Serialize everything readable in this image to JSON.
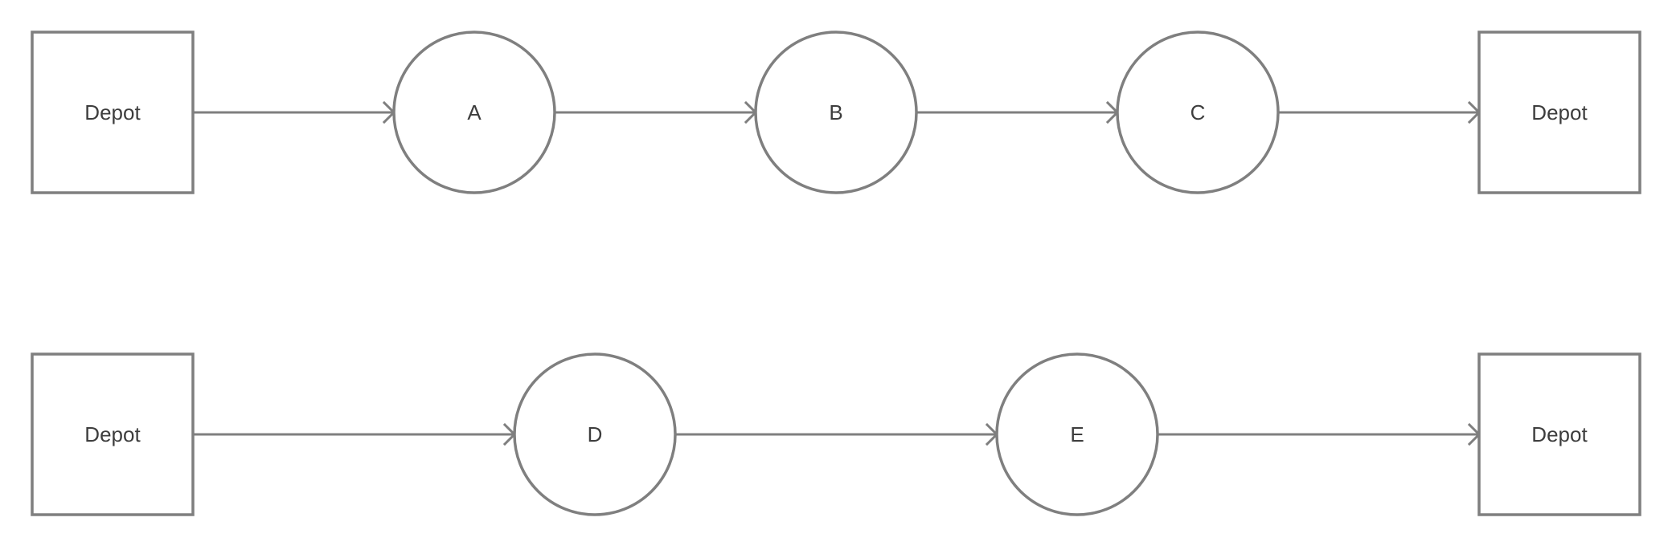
{
  "diagram": {
    "stroke_color": "#7f7f7f",
    "label_color": "#3d3d3d",
    "routes": [
      {
        "nodes": [
          {
            "id": "r1-start",
            "shape": "square",
            "label": "Depot"
          },
          {
            "id": "r1-a",
            "shape": "circle",
            "label": "A"
          },
          {
            "id": "r1-b",
            "shape": "circle",
            "label": "B"
          },
          {
            "id": "r1-c",
            "shape": "circle",
            "label": "C"
          },
          {
            "id": "r1-end",
            "shape": "square",
            "label": "Depot"
          }
        ],
        "edges": [
          {
            "from": "r1-start",
            "to": "r1-a"
          },
          {
            "from": "r1-a",
            "to": "r1-b"
          },
          {
            "from": "r1-b",
            "to": "r1-c"
          },
          {
            "from": "r1-c",
            "to": "r1-end"
          }
        ]
      },
      {
        "nodes": [
          {
            "id": "r2-start",
            "shape": "square",
            "label": "Depot"
          },
          {
            "id": "r2-d",
            "shape": "circle",
            "label": "D"
          },
          {
            "id": "r2-e",
            "shape": "circle",
            "label": "E"
          },
          {
            "id": "r2-end",
            "shape": "square",
            "label": "Depot"
          }
        ],
        "edges": [
          {
            "from": "r2-start",
            "to": "r2-d"
          },
          {
            "from": "r2-d",
            "to": "r2-e"
          },
          {
            "from": "r2-e",
            "to": "r2-end"
          }
        ]
      }
    ]
  }
}
